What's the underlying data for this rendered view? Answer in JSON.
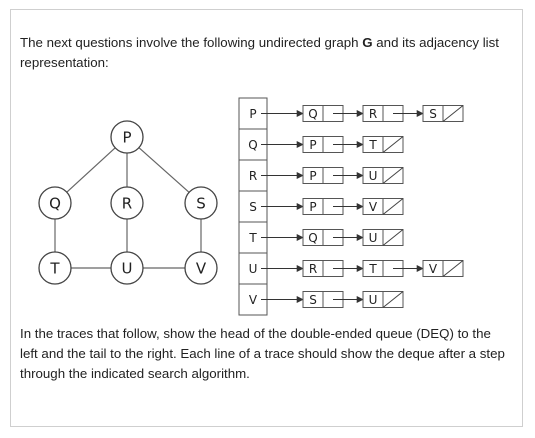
{
  "intro": {
    "before": "The next questions involve the following undirected graph ",
    "graph_name": "G",
    "after": " and its adjacency list representation:"
  },
  "graph": {
    "nodes": [
      "P",
      "Q",
      "R",
      "S",
      "T",
      "U",
      "V"
    ],
    "edges": [
      [
        "P",
        "Q"
      ],
      [
        "P",
        "R"
      ],
      [
        "P",
        "S"
      ],
      [
        "Q",
        "T"
      ],
      [
        "R",
        "U"
      ],
      [
        "S",
        "V"
      ],
      [
        "T",
        "U"
      ],
      [
        "U",
        "V"
      ]
    ]
  },
  "adjacency_list": [
    {
      "vertex": "P",
      "neighbors": [
        "Q",
        "R",
        "S"
      ]
    },
    {
      "vertex": "Q",
      "neighbors": [
        "P",
        "T"
      ]
    },
    {
      "vertex": "R",
      "neighbors": [
        "P",
        "U"
      ]
    },
    {
      "vertex": "S",
      "neighbors": [
        "P",
        "V"
      ]
    },
    {
      "vertex": "T",
      "neighbors": [
        "Q",
        "U"
      ]
    },
    {
      "vertex": "U",
      "neighbors": [
        "R",
        "T",
        "V"
      ]
    },
    {
      "vertex": "V",
      "neighbors": [
        "S",
        "U"
      ]
    }
  ],
  "instructions": "In the traces that follow, show the head of the double-ended queue (DEQ) to the left and the tail to the right. Each line of a trace should show the deque after a step through the indicated search algorithm."
}
